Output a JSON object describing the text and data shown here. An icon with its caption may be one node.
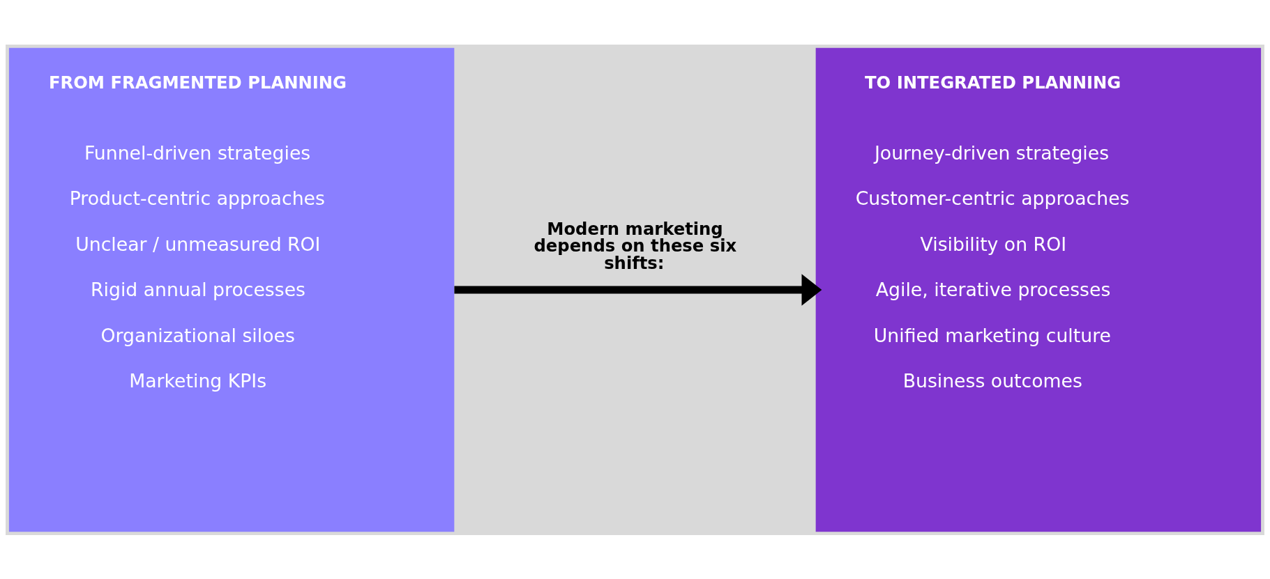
{
  "diagram": {
    "nodes": [
      {
        "text": [
          "FROM FRAGMENTED PLANNING",
          "Funnel-driven strategies",
          "Product-centric approaches",
          "Unclear / unmeasured ROI",
          "Rigid annual processes",
          "Organizational siloes",
          "Marketing KPIs"
        ]
      },
      {
        "text": [
          "TO INTEGRATED PLANNING",
          "Journey-driven strategies",
          "Customer-centric approaches",
          "Visibility on ROI",
          "Agile, iterative processes",
          "Unified marketing culture",
          "Business outcomes"
        ]
      }
    ],
    "edges": [
      {
        "from": 0,
        "to": 1,
        "arrow": "to",
        "label": "Modern marketing depends on these six shifts:"
      }
    ]
  }
}
